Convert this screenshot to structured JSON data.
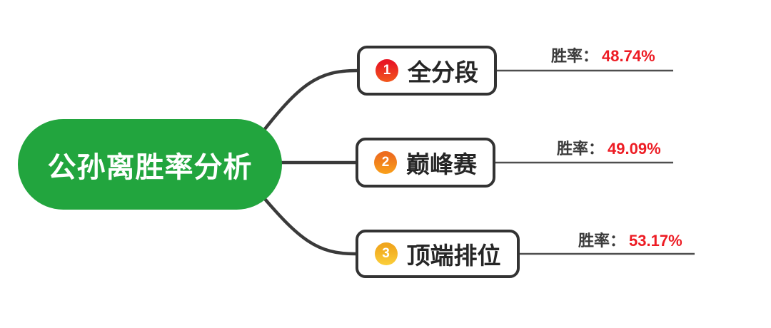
{
  "root": {
    "label": "公孙离胜率分析"
  },
  "stat_key": "胜率：",
  "branches": [
    {
      "index": "1",
      "label": "全分段",
      "win_rate": "48.74%"
    },
    {
      "index": "2",
      "label": "巅峰赛",
      "win_rate": "49.09%"
    },
    {
      "index": "3",
      "label": "顶端排位",
      "win_rate": "53.17%"
    }
  ],
  "colors": {
    "root_background": "#22a53e",
    "root_text": "#ffffff",
    "connector": "#3a3a3a",
    "branch_border": "#333333",
    "branch_text": "#262626",
    "badge_1": "#e81623",
    "badge_2": "#ed6d1e",
    "badge_3": "#f0a61d",
    "stat_key_text": "#3b3b3b",
    "win_rate_text": "#ed1c24"
  }
}
